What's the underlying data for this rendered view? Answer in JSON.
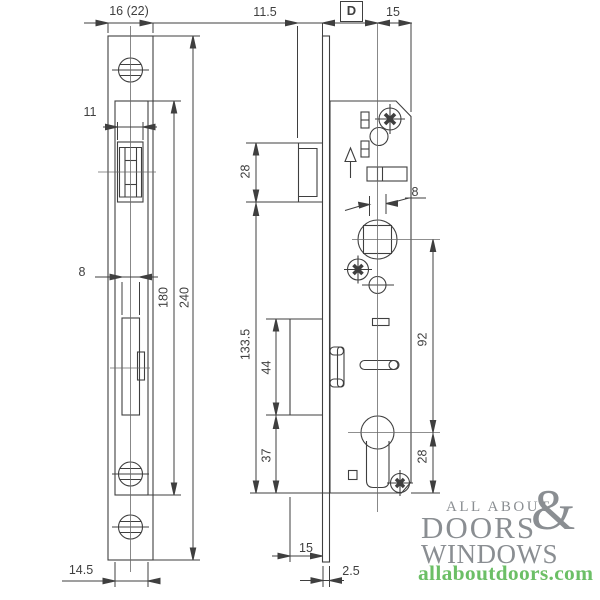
{
  "colors": {
    "line": "#3f3f3f",
    "centerline": "#6a6a6a",
    "watermark_gray": "#8a8e92",
    "watermark_green": "#6cbf66"
  },
  "dimensions": {
    "front_width": "16 (22)",
    "front_latch_slot_width": "11",
    "front_bolt_slot_width": "8",
    "front_inner_height": "180",
    "front_total_height": "240",
    "front_inner_width": "14.5",
    "side_latch_projection": "11.5",
    "side_backset": "D",
    "side_behind_center": "15",
    "side_latch_height": "28",
    "side_spindle_square": "8",
    "side_lower_height": "133.5",
    "side_bolt_height": "44",
    "side_below_bolt": "37",
    "side_centers_distance": "92",
    "side_cylinder_to_bottom": "28",
    "side_bolt_throw": "15",
    "side_plate_thickness": "2.5"
  },
  "watermark": {
    "line1": "ALL ABOUT",
    "ampersand": "&",
    "line2": "DOORS",
    "line3": "WINDOWS",
    "site": "allaboutdoors.com"
  }
}
